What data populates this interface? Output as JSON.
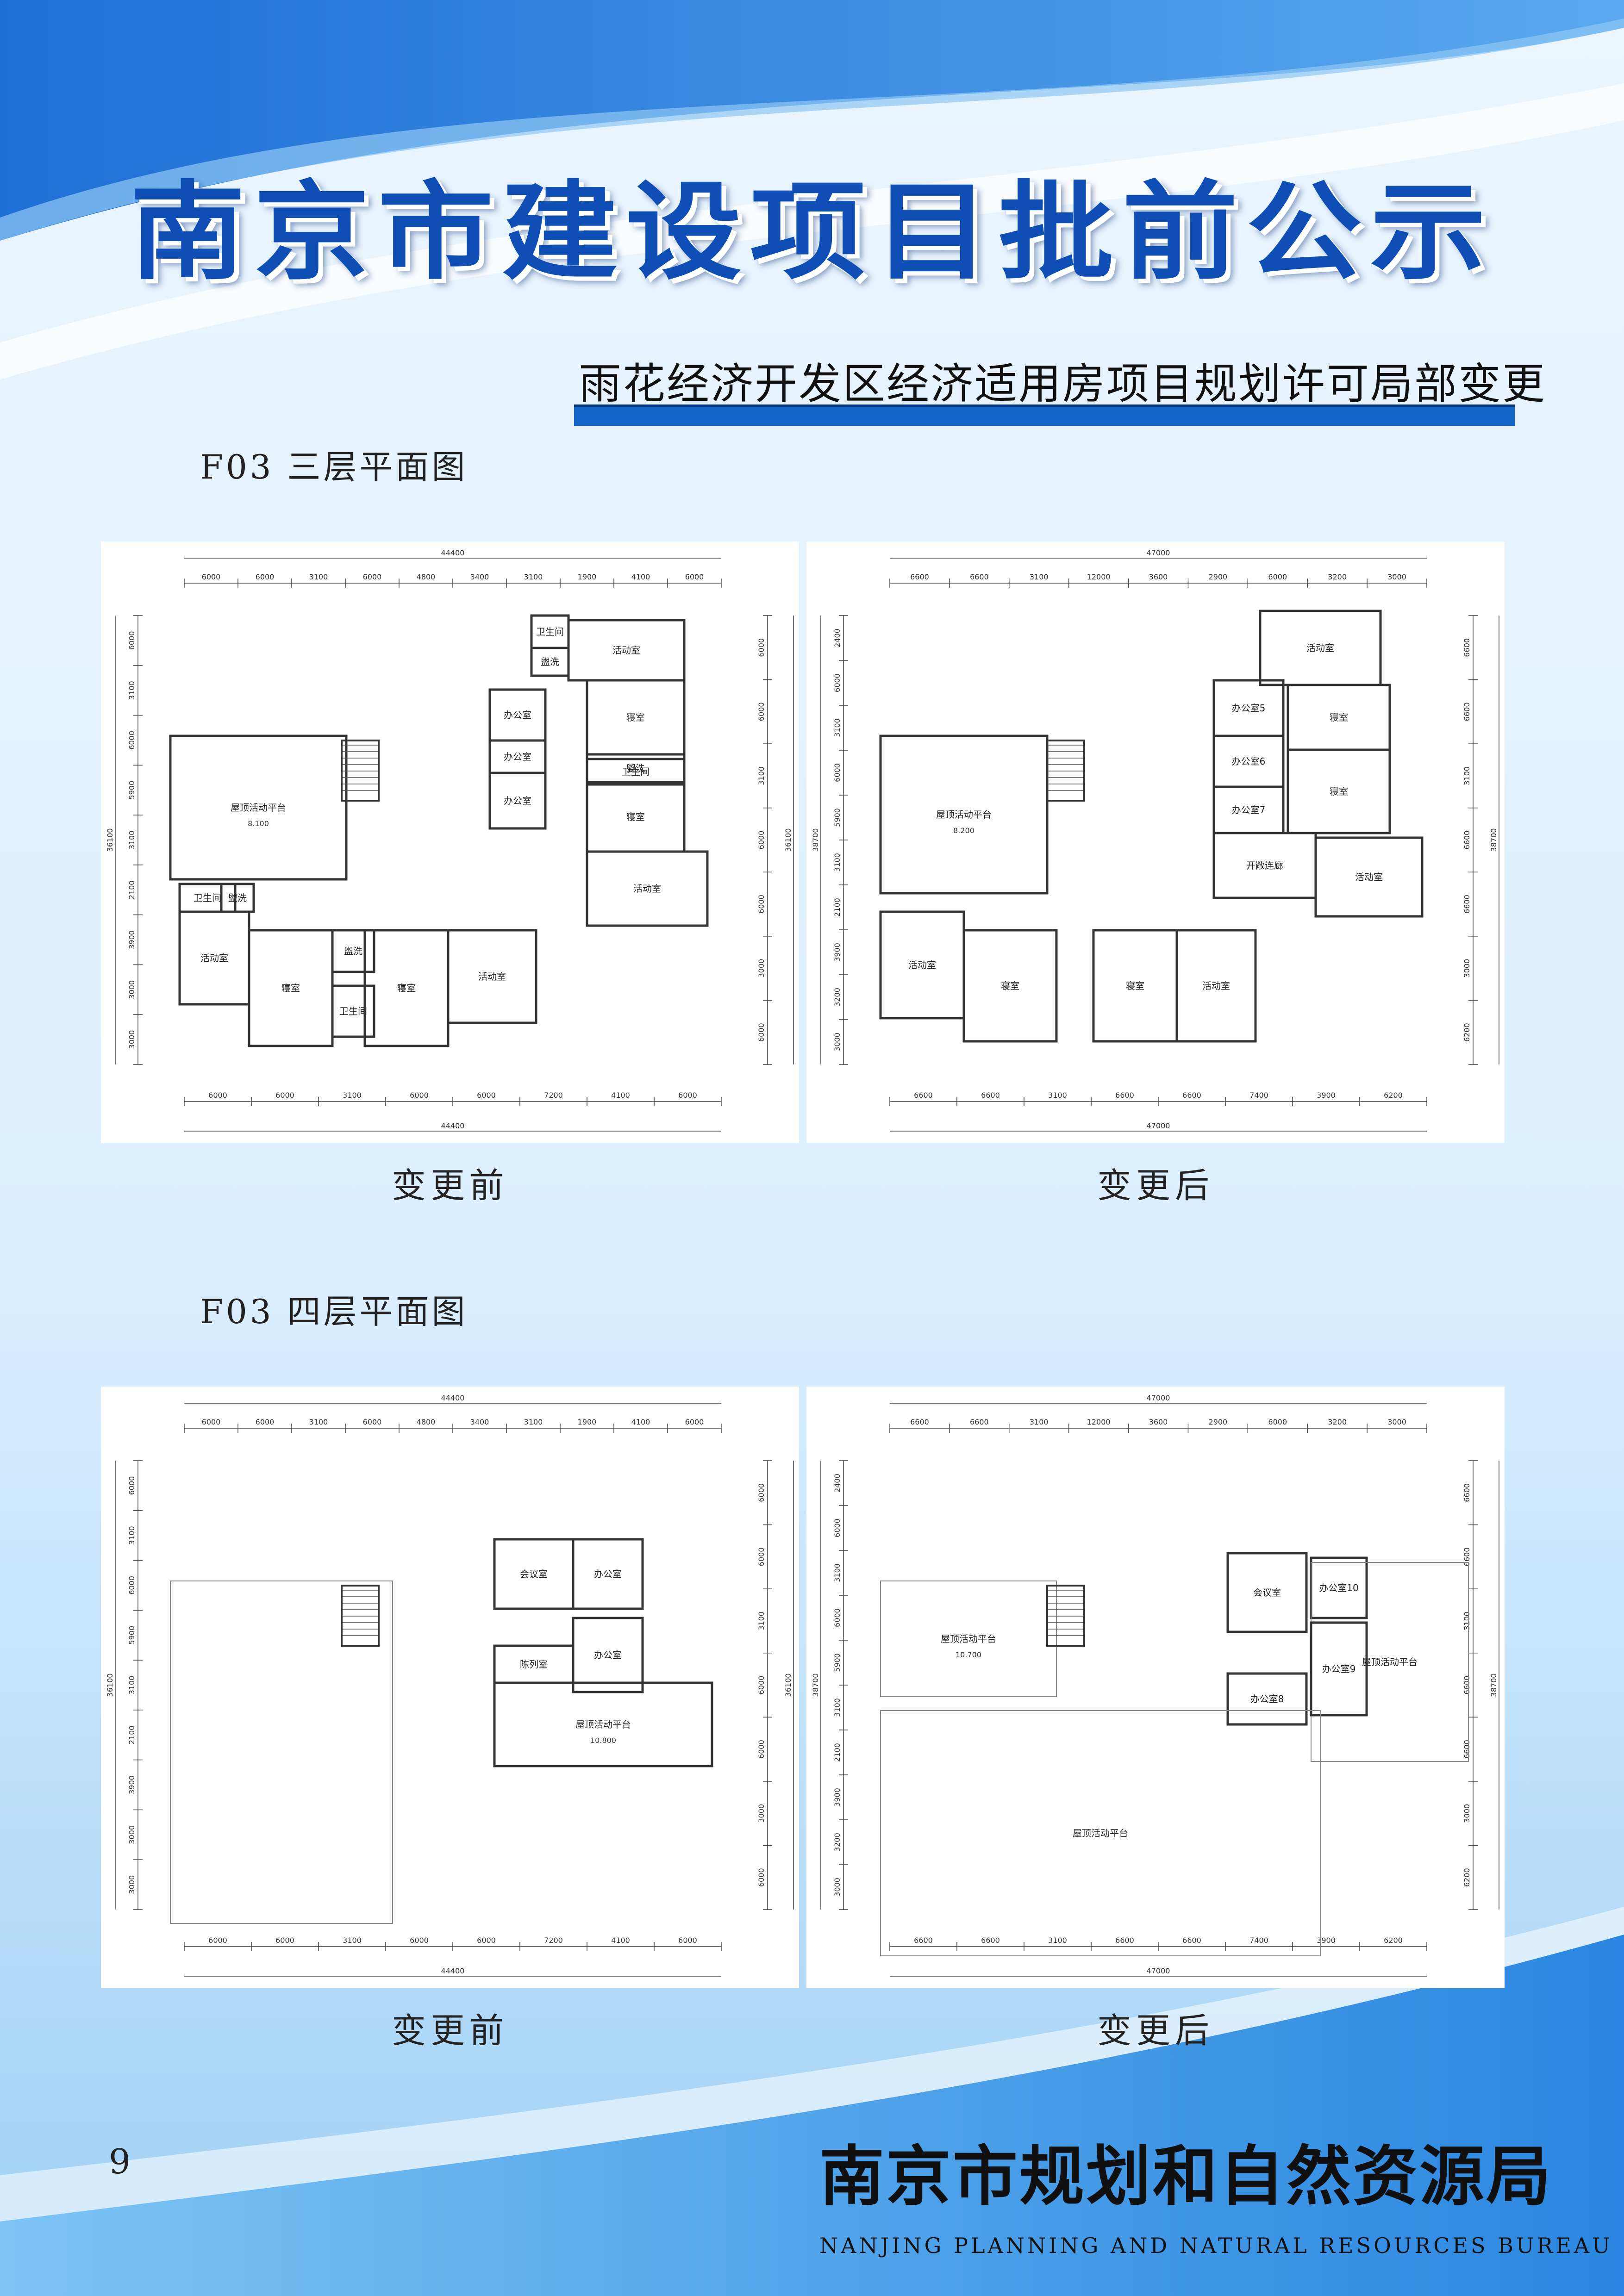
{
  "header": {
    "title": "南京市建设项目批前公示",
    "subtitle": "雨花经济开发区经济适用房项目规划许可局部变更"
  },
  "colors": {
    "title_blue": "#0f4fb5",
    "bar_blue": "#1565c8",
    "bg_light": "#d6ecfb"
  },
  "sections": [
    {
      "heading": "F03 三层平面图",
      "before": {
        "caption": "变更前",
        "top_total": "44400",
        "bottom_total": "44400",
        "top_dims": [
          "6000",
          "6000",
          "3100",
          "6000",
          "4800",
          "3400",
          "3100",
          "1900",
          "4100",
          "6000"
        ],
        "bottom_dims": [
          "6000",
          "6000",
          "3100",
          "6000",
          "6000",
          "7200",
          "4100",
          "6000"
        ],
        "left_dims": [
          "6000",
          "3100",
          "6000",
          "5900",
          "3100",
          "2100",
          "3900",
          "3000",
          "3000"
        ],
        "left_total": "36100",
        "right_dims": [
          "6000",
          "6000",
          "3100",
          "6000",
          "6000",
          "3000",
          "6000"
        ],
        "right_total": "36100",
        "rooms": [
          "卫生间",
          "盥洗",
          "活动室",
          "寝室",
          "办公室",
          "办公室",
          "盥洗",
          "卫生间",
          "寝室",
          "办公室",
          "活动室",
          "屋顶活动平台",
          "卫生间",
          "盥洗",
          "活动室",
          "寝室",
          "盥洗",
          "卫生间",
          "寝室",
          "活动室"
        ],
        "elevation": "8.100"
      },
      "after": {
        "caption": "变更后",
        "top_total": "47000",
        "bottom_total": "47000",
        "top_dims": [
          "6600",
          "6600",
          "3100",
          "12000",
          "3600",
          "2900",
          "6000",
          "3200",
          "3000"
        ],
        "bottom_dims": [
          "6600",
          "6600",
          "3100",
          "6600",
          "6600",
          "7400",
          "3900",
          "6200"
        ],
        "left_dims": [
          "2400",
          "6000",
          "3100",
          "6000",
          "5900",
          "3100",
          "2100",
          "3900",
          "3200",
          "3000"
        ],
        "left_total": "38700",
        "right_dims": [
          "6600",
          "6600",
          "3100",
          "6600",
          "6600",
          "3000",
          "6200"
        ],
        "right_total": "38700",
        "rooms": [
          "活动室",
          "寝室",
          "办公室5",
          "办公室6",
          "办公室7",
          "寝室",
          "开敞连廊",
          "活动室",
          "屋顶活动平台",
          "活动室",
          "寝室",
          "寝室",
          "活动室"
        ],
        "elevation": "8.200"
      }
    },
    {
      "heading": "F03 四层平面图",
      "before": {
        "caption": "变更前",
        "top_total": "44400",
        "bottom_total": "44400",
        "top_dims": [
          "6000",
          "6000",
          "3100",
          "6000",
          "4800",
          "3400",
          "3100",
          "1900",
          "4100",
          "6000"
        ],
        "bottom_dims": [
          "6000",
          "6000",
          "3100",
          "6000",
          "6000",
          "7200",
          "4100",
          "6000"
        ],
        "left_dims": [
          "6000",
          "3100",
          "6000",
          "5900",
          "3100",
          "2100",
          "3900",
          "3000",
          "3000"
        ],
        "left_total": "36100",
        "right_dims": [
          "6000",
          "6000",
          "3100",
          "6000",
          "6000",
          "3000",
          "6000"
        ],
        "right_total": "36100",
        "rooms": [
          "会议室",
          "办公室",
          "办公室",
          "陈列室",
          "屋顶活动平台"
        ],
        "elevation": "10.800"
      },
      "after": {
        "caption": "变更后",
        "top_total": "47000",
        "bottom_total": "47000",
        "top_dims": [
          "6600",
          "6600",
          "3100",
          "12000",
          "3600",
          "2900",
          "6000",
          "3200",
          "3000"
        ],
        "bottom_dims": [
          "6600",
          "6600",
          "3100",
          "6600",
          "6600",
          "7400",
          "3900",
          "6200"
        ],
        "left_dims": [
          "2400",
          "6000",
          "3100",
          "6000",
          "5900",
          "3100",
          "2100",
          "3900",
          "3200",
          "3000"
        ],
        "left_total": "38700",
        "right_dims": [
          "6600",
          "6600",
          "3100",
          "6600",
          "6600",
          "3000",
          "6200"
        ],
        "right_total": "38700",
        "rooms": [
          "会议室",
          "办公室10",
          "屋顶活动平台",
          "办公室9",
          "办公室8",
          "屋顶活动平台",
          "屋顶活动平台"
        ],
        "elevation": "10.700"
      }
    }
  ],
  "footer": {
    "page_number": "9",
    "org_cn": "南京市规划和自然资源局",
    "org_en": "NANJING PLANNING AND NATURAL RESOURCES BUREAU"
  }
}
